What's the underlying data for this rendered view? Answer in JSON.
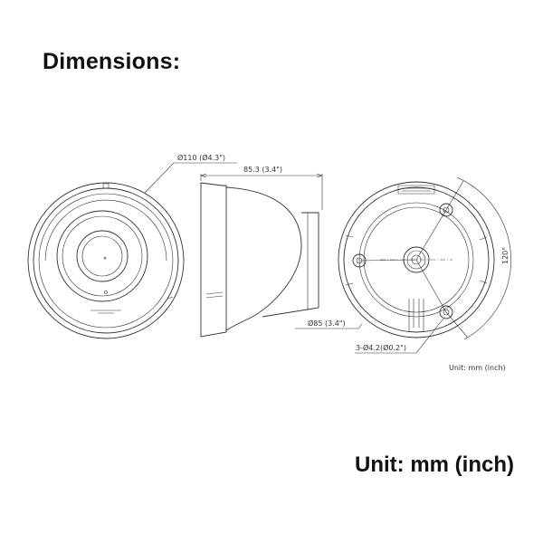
{
  "title": "Dimensions:",
  "unit_label": "Unit: mm (inch)",
  "views": {
    "front": {
      "dimension": "Ø110 (Ø4.3\")"
    },
    "side": {
      "width_dimension": "85.3 (3.4\")",
      "base_dimension": "Ø85 (3.4\")"
    },
    "back": {
      "angle_dimension": "120°",
      "hole_dimension": "3-Ø4.2(Ø0.2\")",
      "unit_note": "Unit: mm (inch)"
    }
  }
}
